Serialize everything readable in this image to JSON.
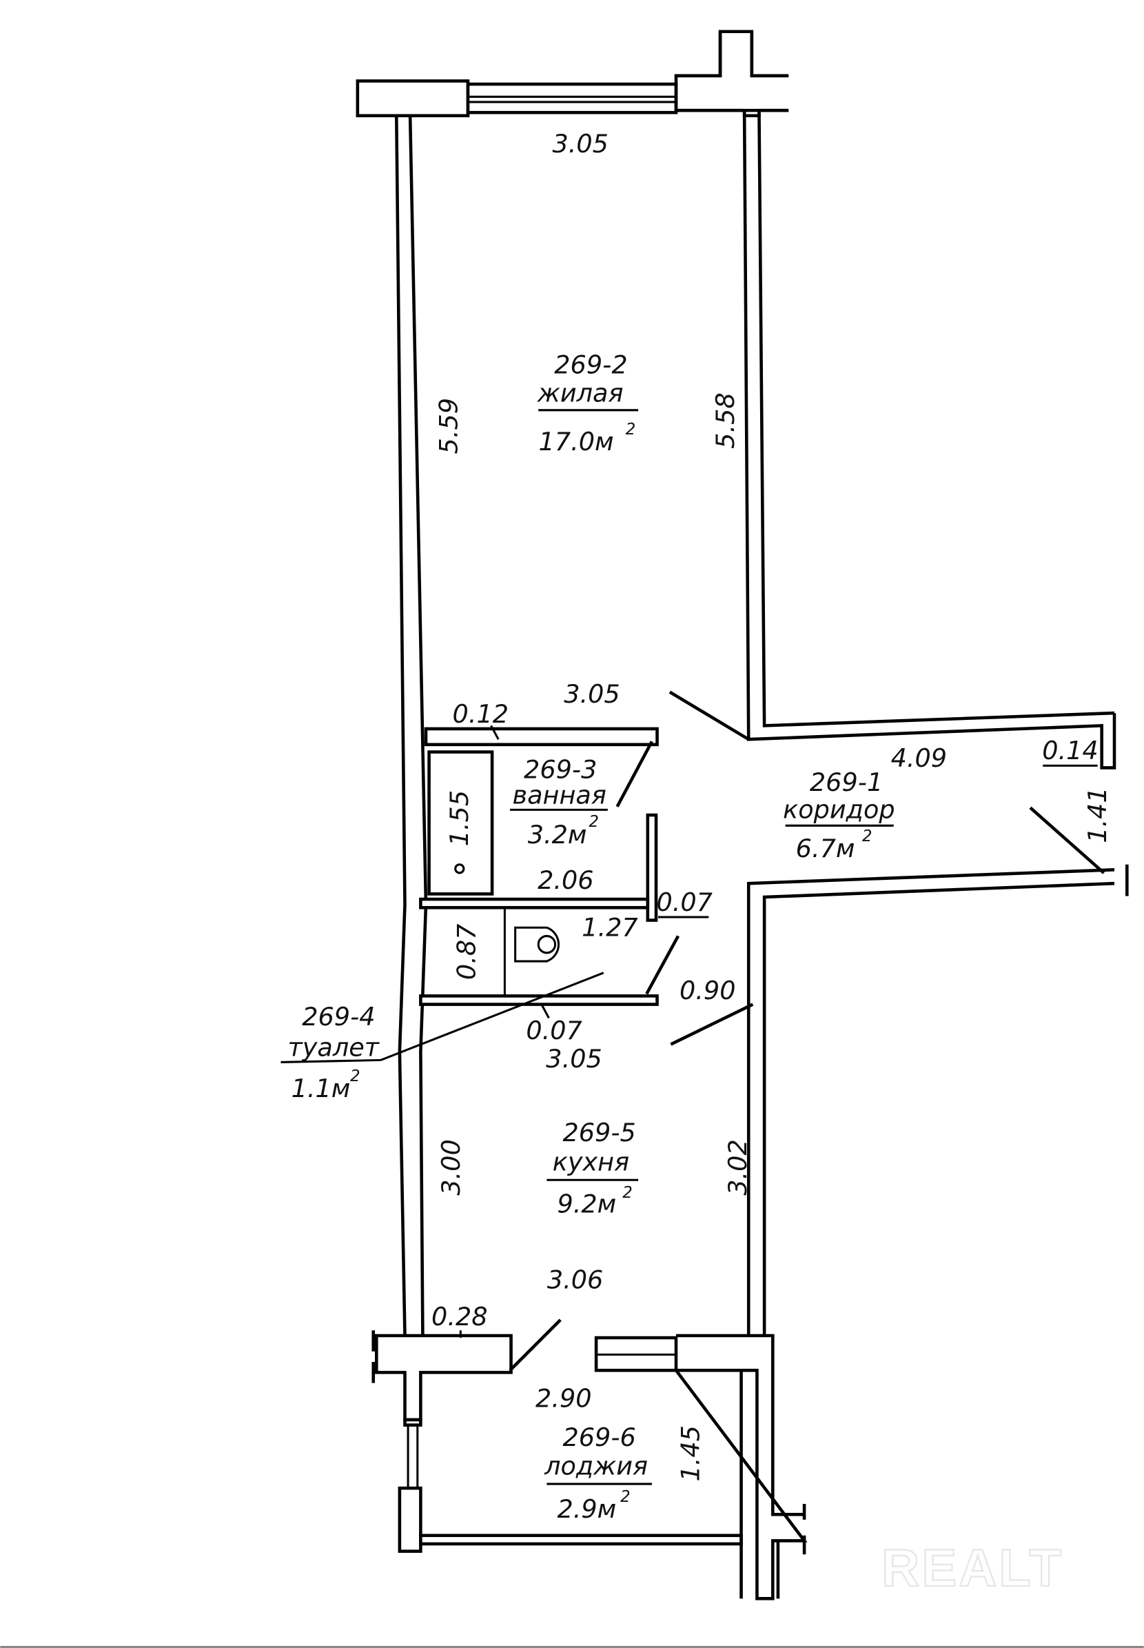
{
  "rooms": [
    {
      "id": "269-2",
      "name": "жилая",
      "area": "17.0м",
      "unit_power": "2"
    },
    {
      "id": "269-3",
      "name": "ванная",
      "area": "3.2м",
      "unit_power": "2"
    },
    {
      "id": "269-1",
      "name": "коридор",
      "area": "6.7м",
      "unit_power": "2"
    },
    {
      "id": "269-4",
      "name": "туалет",
      "area": "1.1м",
      "unit_power": "2"
    },
    {
      "id": "269-5",
      "name": "кухня",
      "area": "9.2м",
      "unit_power": "2"
    },
    {
      "id": "269-6",
      "name": "лоджия",
      "area": "2.9м",
      "unit_power": "2"
    }
  ],
  "dimensions": {
    "living_top": "3.05",
    "living_left": "5.59",
    "living_right": "5.58",
    "living_bottom": "3.05",
    "wall_012": "0.12",
    "bath_length": "1.55",
    "bath_width": "2.06",
    "corridor_length": "4.09",
    "corridor_wall": "0.14",
    "corridor_width": "1.41",
    "partition_007_a": "0.07",
    "toilet_length": "1.27",
    "toilet_width": "0.87",
    "door_090": "0.90",
    "partition_007_b": "0.07",
    "kitchen_top": "3.05",
    "kitchen_left": "3.00",
    "kitchen_right": "3.02",
    "kitchen_bottom": "3.06",
    "wall_028": "0.28",
    "loggia_length": "2.90",
    "loggia_width": "1.45"
  },
  "watermark": "REALT"
}
